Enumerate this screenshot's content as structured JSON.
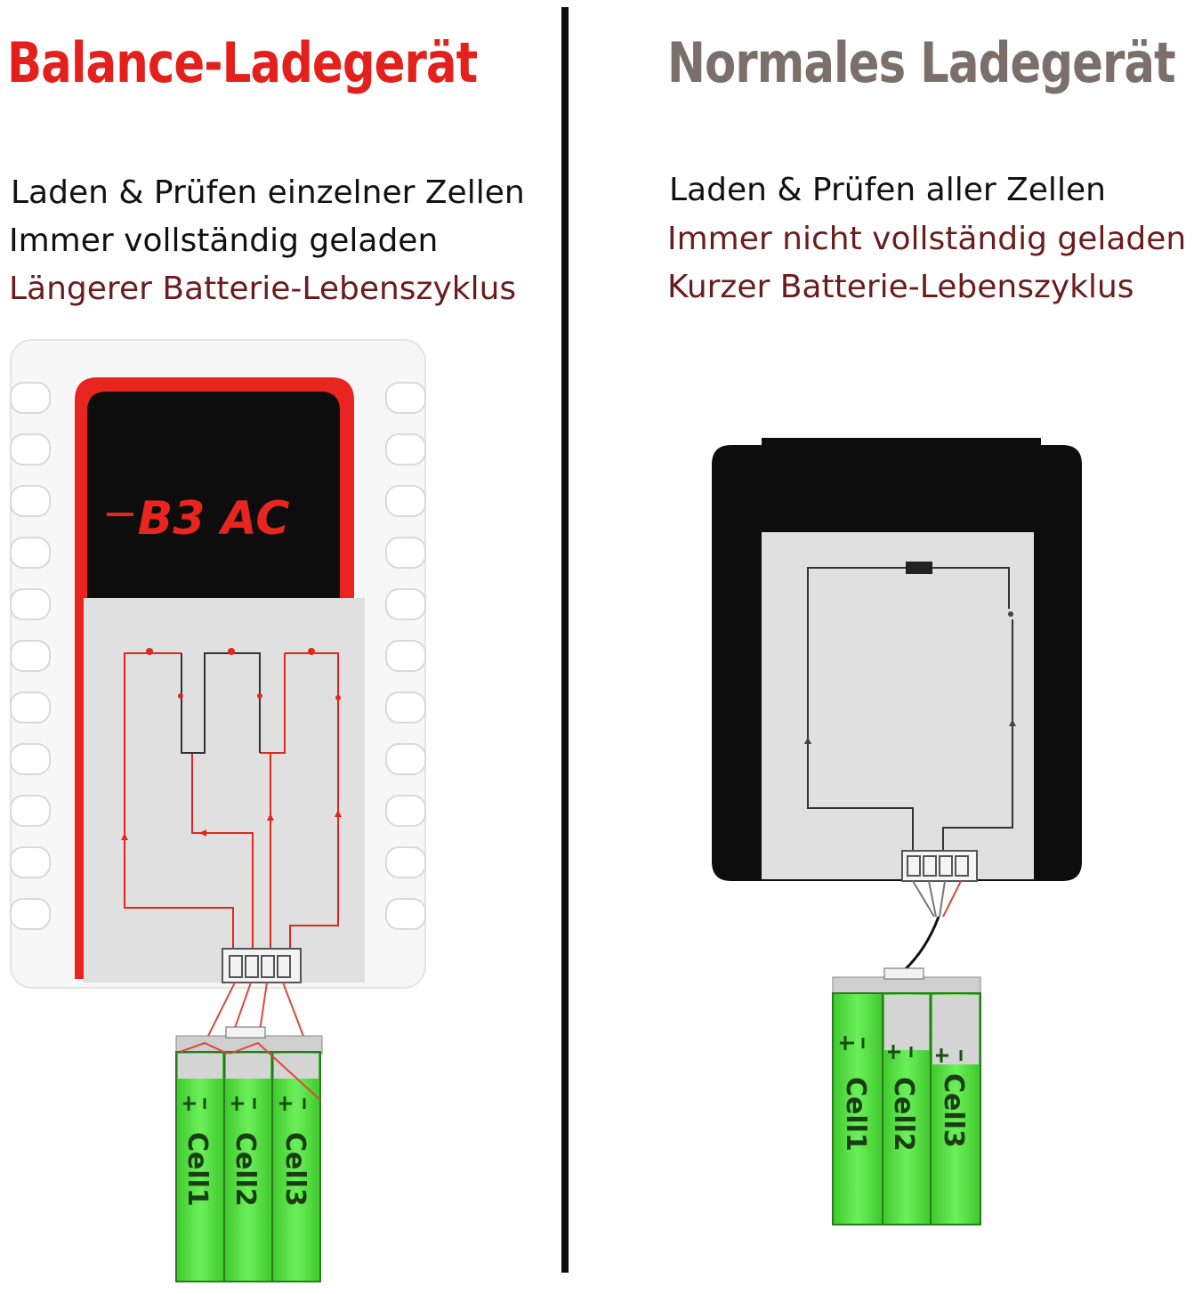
{
  "left": {
    "title": "Balance-Ladegerät",
    "lines": [
      "Laden & Prüfen einzelner Zellen",
      "Immer vollständig geladen",
      "Längerer Batterie-Lebenszyklus"
    ],
    "brand": "B3 AC",
    "cells": [
      "Cell1",
      "Cell2",
      "Cell3"
    ]
  },
  "right": {
    "title": "Normales Ladegerät",
    "lines": [
      "Laden & Prüfen aller Zellen",
      "Immer nicht vollständig geladen",
      "Kurzer Batterie-Lebenszyklus"
    ],
    "cells": [
      "Cell1",
      "Cell2",
      "Cell3"
    ]
  },
  "colors": {
    "accent_red": "#e3201c",
    "title_gray": "#7a6f6a",
    "dark_red_text": "#6b1c1c",
    "cell_green": "#4fdc3a",
    "circuit_gray": "#e0e0e0"
  }
}
